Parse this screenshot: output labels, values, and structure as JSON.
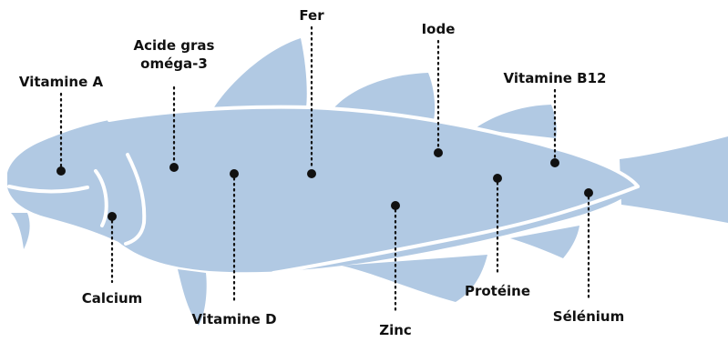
{
  "colors": {
    "fish_body": "#b1c9e3",
    "outline": "#ffffff",
    "text": "#111111",
    "background": "#ffffff"
  },
  "labels": {
    "vitamine_a": "Vitamine A",
    "omega3_line1": "Acide gras",
    "omega3_line2": "oméga-3",
    "fer": "Fer",
    "iode": "Iode",
    "vitamine_b12": "Vitamine B12",
    "calcium": "Calcium",
    "vitamine_d": "Vitamine D",
    "zinc": "Zinc",
    "proteine": "Protéine",
    "selenium": "Sélénium"
  }
}
